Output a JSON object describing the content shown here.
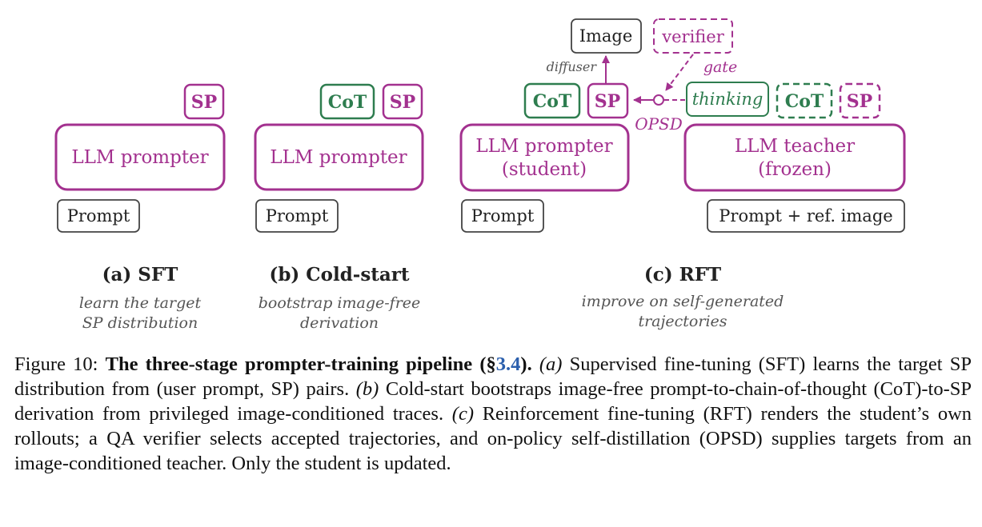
{
  "colors": {
    "purple": "#a3318f",
    "green": "#2e7d4f",
    "gray": "#444444",
    "annot": "#555555",
    "link": "#2b5fad"
  },
  "diagram": {
    "sft": {
      "sp": "SP",
      "model": "LLM prompter",
      "input": "Prompt",
      "label": "(a) SFT",
      "desc": [
        "learn the target",
        "SP distribution"
      ]
    },
    "coldstart": {
      "cot": "CoT",
      "sp": "SP",
      "model": "LLM prompter",
      "input": "Prompt",
      "label": "(b) Cold-start",
      "desc": [
        "bootstrap image-free",
        "derivation"
      ]
    },
    "rft": {
      "image": "Image",
      "verifier": "verifier",
      "gate": "gate",
      "diffuser": "diffuser",
      "opsd": "OPSD",
      "student_cot": "CoT",
      "student_sp": "SP",
      "thinking": "thinking",
      "teacher_cot": "CoT",
      "teacher_sp": "SP",
      "student_line1": "LLM prompter",
      "student_line2": "(student)",
      "teacher_line1": "LLM teacher",
      "teacher_line2": "(frozen)",
      "student_input": "Prompt",
      "teacher_input": "Prompt + ref. image",
      "label": "(c) RFT",
      "desc": [
        "improve on self-generated",
        "trajectories"
      ]
    }
  },
  "caption": {
    "figure_no": "Figure 10:",
    "title": "The three-stage prompter-training pipeline (§",
    "ref": "3.4",
    "title_end": ").",
    "a_marker": "(a)",
    "a_text": "Supervised fine-tuning (SFT) learns the target SP distribution from (user prompt, SP) pairs.",
    "b_marker": "(b)",
    "b_text": "Cold-start bootstraps image-free prompt-to-chain-of-thought (CoT)-to-SP derivation from privileged image-conditioned traces.",
    "c_marker": "(c)",
    "c_text": "Reinforcement fine-tuning (RFT) renders the student’s own rollouts; a QA verifier selects accepted trajectories, and on-policy self-distillation (OPSD) supplies targets from an image-conditioned teacher. Only the student is updated."
  }
}
